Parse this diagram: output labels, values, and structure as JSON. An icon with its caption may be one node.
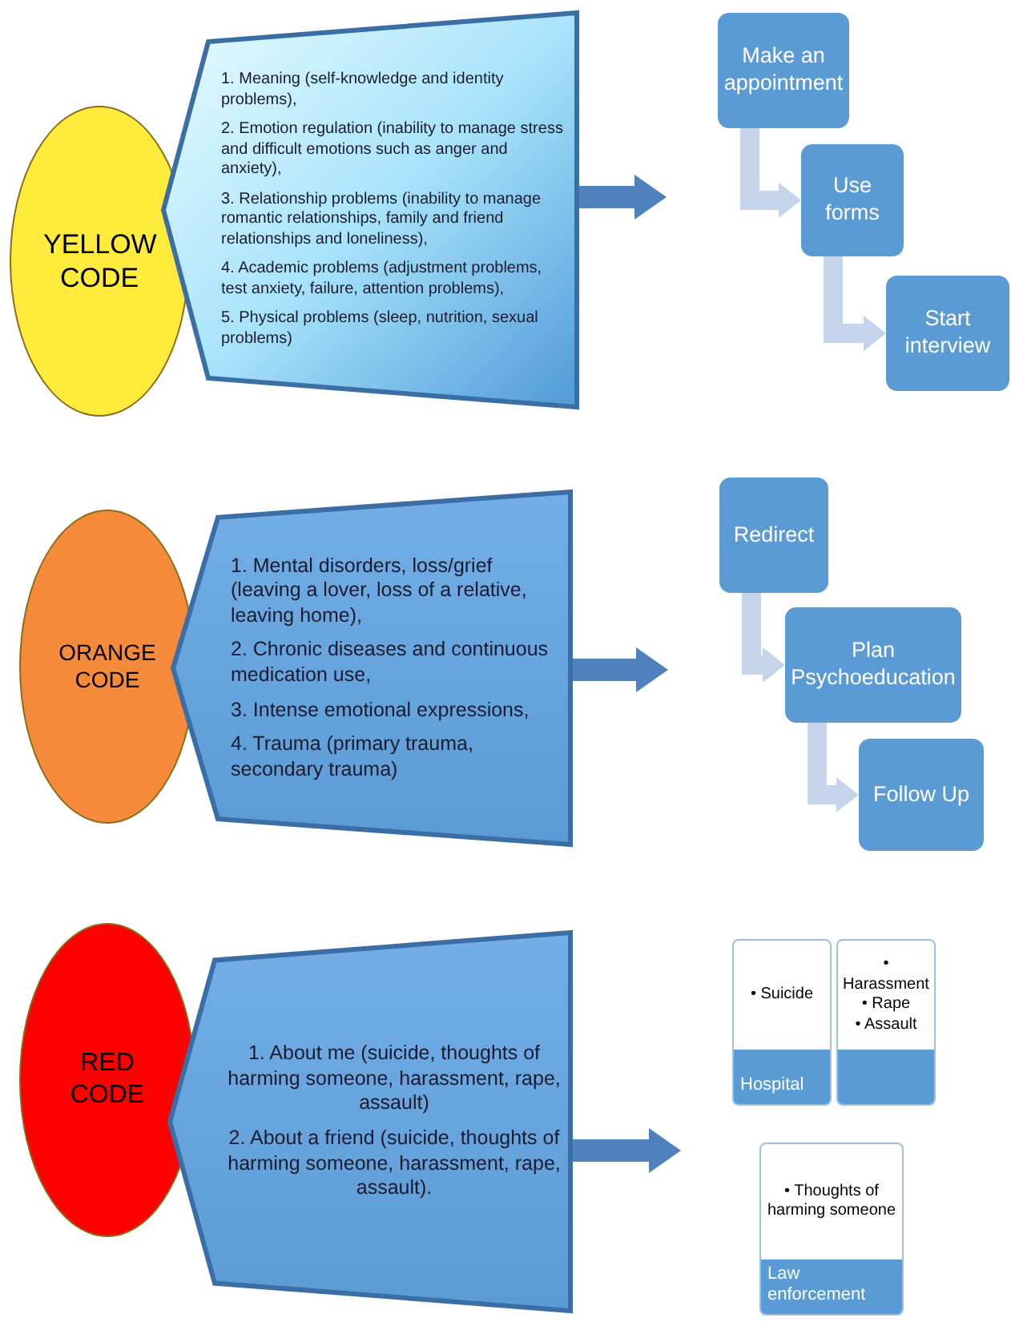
{
  "diagram": {
    "nodes": [
      {
        "text": [
          "YELLOW CODE"
        ]
      },
      {
        "text": [
          "1. Meaning (self-knowledge and identity problems),",
          "2. Emotion regulation (inability to manage stress and difficult emotions such as anger and anxiety),",
          "3. Relationship problems (inability to manage romantic relationships, family and friend relationships and loneliness),",
          "4. Academic problems (adjustment problems, test anxiety, failure, attention problems),",
          "5. Physical problems (sleep, nutrition, sexual problems)"
        ]
      },
      {
        "text": [
          "Make an appointment"
        ]
      },
      {
        "text": [
          "Use forms"
        ]
      },
      {
        "text": [
          "Start interview"
        ]
      },
      {
        "text": [
          "ORANGE CODE"
        ]
      },
      {
        "text": [
          "1. Mental disorders, loss/grief (leaving a lover, loss of a relative, leaving home),",
          "2. Chronic diseases and continuous medication use,",
          "3. Intense emotional expressions,",
          "4. Trauma (primary trauma, secondary trauma)"
        ]
      },
      {
        "text": [
          "Redirect"
        ]
      },
      {
        "text": [
          "Plan Psychoeducation"
        ]
      },
      {
        "text": [
          "Follow Up"
        ]
      },
      {
        "text": [
          "RED CODE"
        ]
      },
      {
        "text": [
          "1. About me (suicide, thoughts of harming someone, harassment, rape, assault)",
          "2. About a friend (suicide, thoughts of harming someone, harassment, rape, assault)."
        ]
      },
      {
        "text": [
          "• Suicide",
          "Hospital"
        ]
      },
      {
        "text": [
          "• Harassment",
          "• Rape",
          "• Assault"
        ]
      },
      {
        "text": [
          "• Thoughts of harming someone",
          "Law enforcement"
        ]
      }
    ],
    "edges": [
      {
        "from": 1,
        "to": 2,
        "arrow": "to",
        "color": "#4f81bd"
      },
      {
        "from": 2,
        "to": 3,
        "arrow": "to"
      },
      {
        "from": 3,
        "to": 4,
        "arrow": "to"
      },
      {
        "from": 6,
        "to": 7,
        "arrow": "to",
        "color": "#4f81bd"
      },
      {
        "from": 7,
        "to": 8,
        "arrow": "to"
      },
      {
        "from": 8,
        "to": 9,
        "arrow": "to"
      },
      {
        "from": 11,
        "to": 12,
        "arrow": "to",
        "color": "#4f81bd"
      }
    ]
  }
}
